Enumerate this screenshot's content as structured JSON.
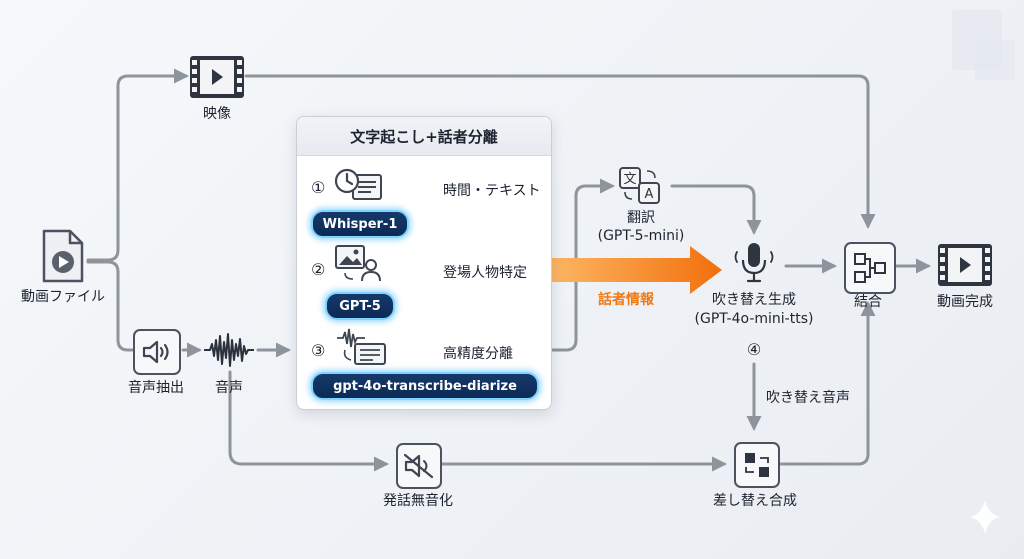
{
  "nodes": {
    "source": "動画ファイル",
    "video": "映像",
    "extract": "音声抽出",
    "audio": "音声",
    "mute": "発話無音化",
    "translate": "翻訳",
    "translate_model": "(GPT-5-mini)",
    "dub": "吹き替え生成",
    "dub_model": "(GPT-4o-mini-tts)",
    "dub_step": "④",
    "dub_audio": "吹き替え音声",
    "replace": "差し替え合成",
    "merge": "結合",
    "done": "動画完成"
  },
  "panel": {
    "title": "文字起こし+話者分離",
    "steps": [
      {
        "num": "①",
        "text": "時間・テキスト",
        "model": "Whisper-1"
      },
      {
        "num": "②",
        "text": "登場人物特定",
        "model": "GPT-5"
      },
      {
        "num": "③",
        "text": "高精度分離",
        "model": "gpt-4o-transcribe-diarize"
      }
    ]
  },
  "speaker_info": "話者情報",
  "icons": {
    "source": "video-file-icon",
    "video": "film-strip-icon",
    "extract": "speaker-icon",
    "audio": "waveform-icon",
    "mute": "muted-speaker-icon",
    "translate": "translate-icon",
    "dub": "microphone-icon",
    "replace": "swap-icon",
    "merge": "merge-icon",
    "done": "film-strip-icon",
    "step1": "clock-document-icon",
    "step2": "image-person-icon",
    "step3": "waveform-document-icon"
  },
  "colors": {
    "line": "#8e949c",
    "accent_orange": "#f07a12",
    "pill_bg": "#0c2a55",
    "pill_glow": "#7fd3ff"
  }
}
